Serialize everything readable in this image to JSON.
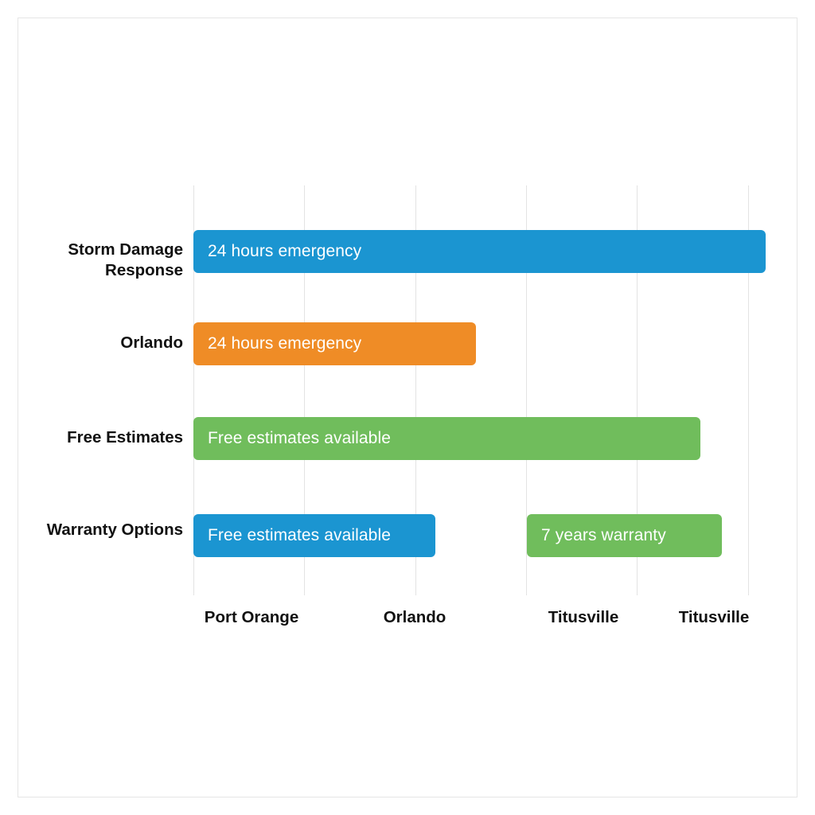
{
  "figure": {
    "background_color": "#ffffff",
    "frame_color": "#e6e6e6",
    "grid_color": "#e3e3e3"
  },
  "chart_data": {
    "type": "bar",
    "orientation": "horizontal",
    "title": "",
    "xlabel": "",
    "ylabel": "",
    "grid": true,
    "legend": "none",
    "categories": [
      "Storm Damage Response",
      "Orlando",
      "Free Estimates",
      "Warranty Options"
    ],
    "xtick_labels": [
      "Port Orange",
      "Orlando",
      "Titusville",
      "Titusville"
    ],
    "xtick_positions": [
      1,
      2,
      3,
      4
    ],
    "xlim": [
      0,
      5
    ],
    "bars": [
      {
        "category": "Storm Damage Response",
        "label": "24 hours emergency",
        "start": 0,
        "end": 5.15,
        "color": "#1b95d1"
      },
      {
        "category": "Orlando",
        "label": "24 hours emergency",
        "start": 0,
        "end": 2.55,
        "color": "#ef8c26"
      },
      {
        "category": "Free Estimates",
        "label": "Free estimates available",
        "start": 0,
        "end": 4.57,
        "color": "#70bd5c"
      },
      {
        "category": "Warranty Options",
        "label": "Free estimates available",
        "start": 0,
        "end": 2.18,
        "color": "#1b95d1"
      },
      {
        "category": "Warranty Options",
        "label": "7 years warranty",
        "start": 3.0,
        "end": 4.76,
        "color": "#70bd5c"
      }
    ],
    "colors": {
      "blue": "#1b95d1",
      "orange": "#ef8c26",
      "green": "#70bd5c"
    }
  }
}
